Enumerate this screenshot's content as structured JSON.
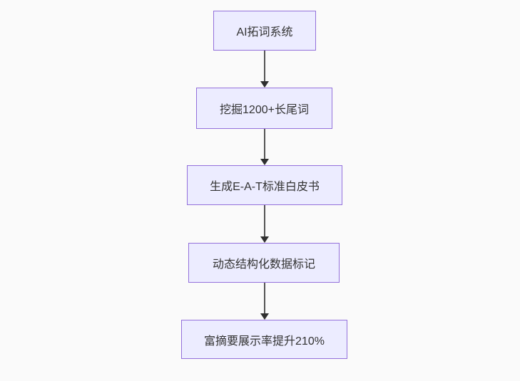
{
  "flowchart": {
    "type": "flowchart-top-down",
    "nodes": [
      {
        "id": "A",
        "label": "AI拓词系统"
      },
      {
        "id": "B",
        "label": "挖掘1200+长尾词"
      },
      {
        "id": "C",
        "label": "生成E-A-T标准白皮书"
      },
      {
        "id": "D",
        "label": "动态结构化数据标记"
      },
      {
        "id": "E",
        "label": "富摘要展示率提升210%"
      }
    ],
    "edges": [
      {
        "from": "A",
        "to": "B"
      },
      {
        "from": "B",
        "to": "C"
      },
      {
        "from": "C",
        "to": "D"
      },
      {
        "from": "D",
        "to": "E"
      }
    ],
    "colors": {
      "node_fill": "#ECECFF",
      "node_border": "#9370DB",
      "node_text": "#333333",
      "edge_line": "#555555",
      "edge_arrowhead": "#2f2f2f",
      "background": "#fafafa"
    }
  }
}
